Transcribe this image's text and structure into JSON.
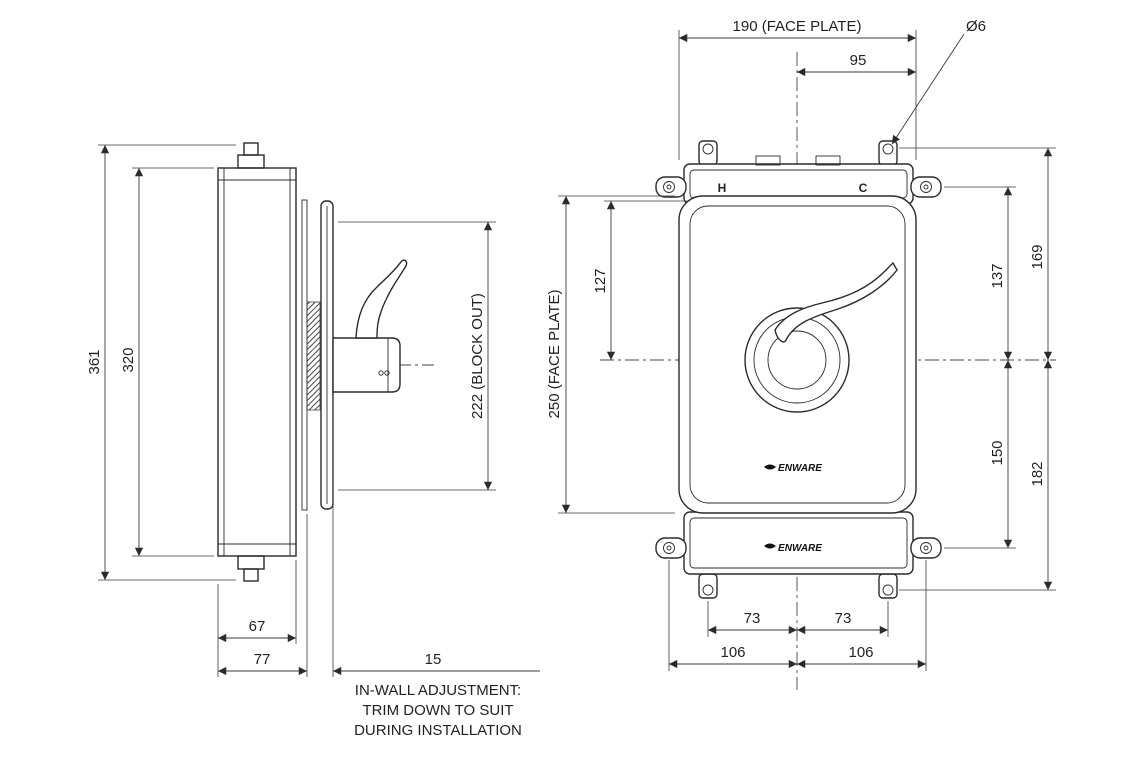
{
  "side_view": {
    "dim_361": "361",
    "dim_320": "320",
    "dim_222": "222 (BLOCK OUT)",
    "dim_67": "67",
    "dim_77": "77",
    "dim_15": "15",
    "note1": "IN-WALL ADJUSTMENT:",
    "note2": "TRIM DOWN TO SUIT",
    "note3": "DURING INSTALLATION"
  },
  "front_view": {
    "dim_190": "190 (FACE PLATE)",
    "dim_95": "95",
    "dim_dia6": "Ø6",
    "dim_250": "250 (FACE PLATE)",
    "dim_127": "127",
    "dim_137": "137",
    "dim_169": "169",
    "dim_150": "150",
    "dim_182": "182",
    "dim_73_left": "73",
    "dim_73_right": "73",
    "dim_106_left": "106",
    "dim_106_right": "106",
    "label_hot": "H",
    "label_cold": "C",
    "brand_plate": "ENWARE",
    "brand_bracket": "ENWARE"
  }
}
